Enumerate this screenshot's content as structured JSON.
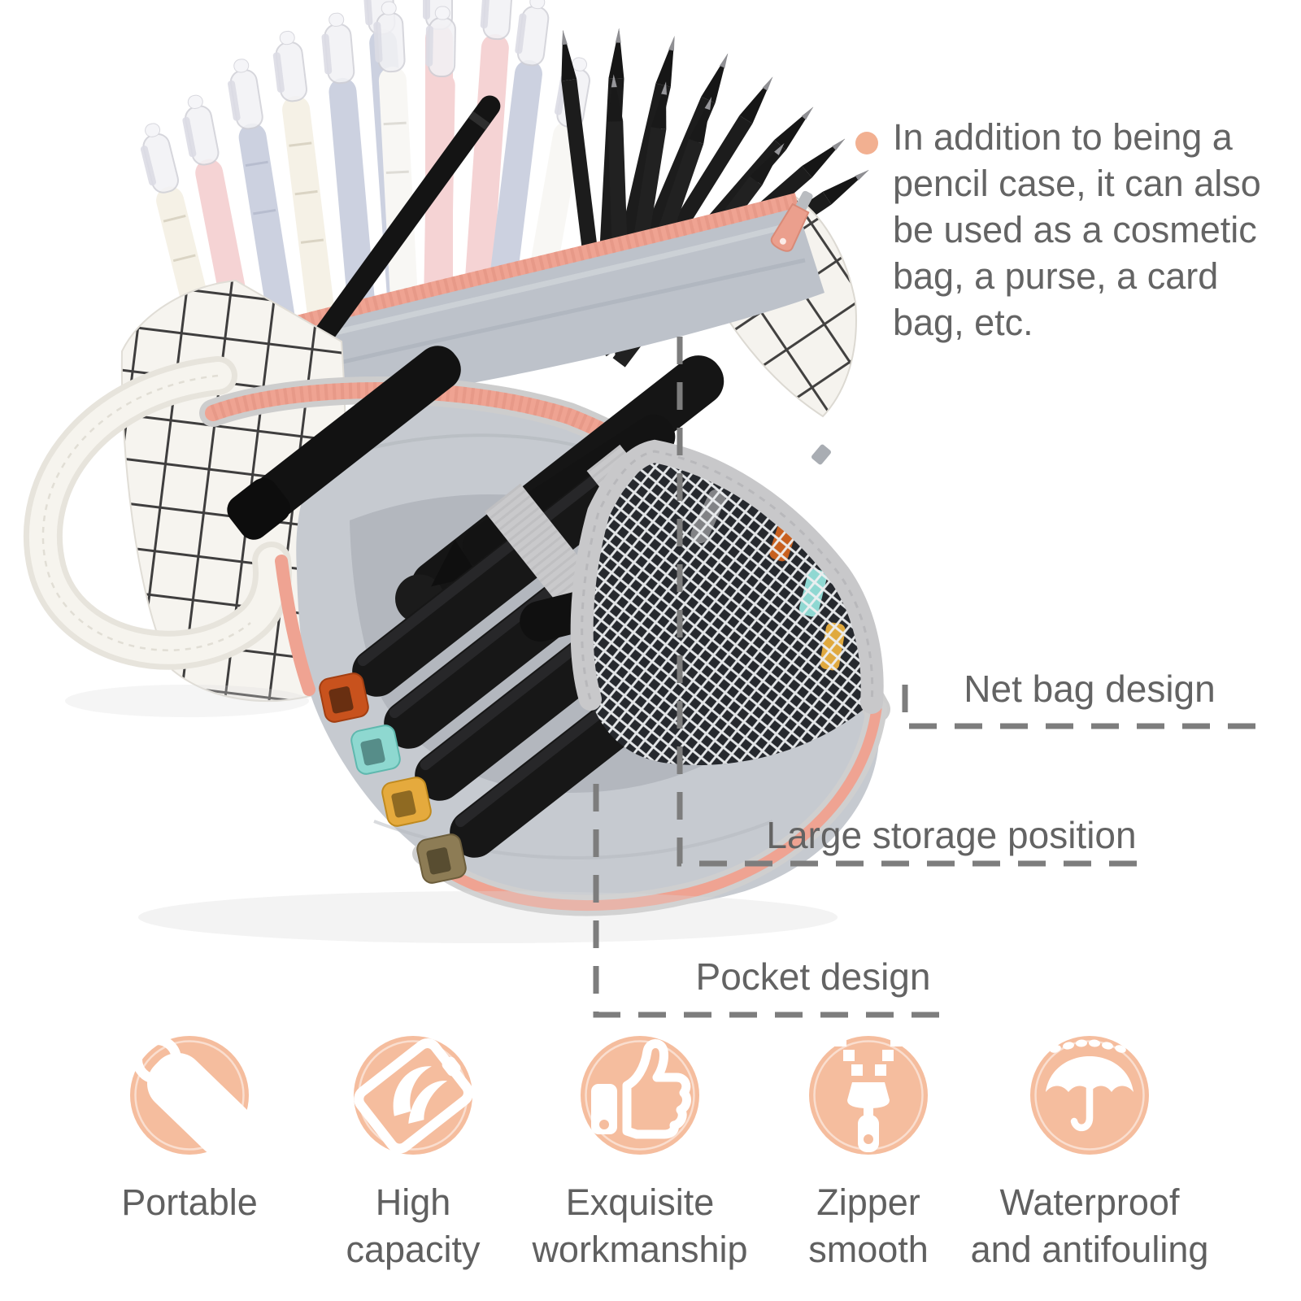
{
  "page": {
    "background": "#ffffff"
  },
  "description": {
    "bullet_icon": "dot-bullet",
    "text": "In addition to being a pencil case, it can also be used as a cosmetic bag, a purse, a card bag, etc.",
    "lines": [
      "In addition to being a",
      "pencil case, it can also",
      "be used as a cosmetic",
      "bag, a purse, a card",
      "bag, etc."
    ]
  },
  "callouts": {
    "net_bag": "Net bag design",
    "large_storage": "Large storage position",
    "pocket": "Pocket design"
  },
  "features": [
    {
      "icon": "handle-tag-icon",
      "lines": [
        "Portable"
      ]
    },
    {
      "icon": "expanding-case-icon",
      "lines": [
        "High",
        "capacity"
      ]
    },
    {
      "icon": "thumb-up-icon",
      "lines": [
        "Exquisite",
        "workmanship"
      ]
    },
    {
      "icon": "zipper-icon",
      "lines": [
        "Zipper",
        "smooth"
      ]
    },
    {
      "icon": "umbrella-rain-icon",
      "lines": [
        "Waterproof",
        "and antifouling"
      ]
    }
  ],
  "colors": {
    "accent_peach": "#f5bd9e",
    "bullet_peach": "#f2b091",
    "text_gray": "#616161",
    "callout_line_gray": "#7d7d7d",
    "bag_trim_pink": "#efa392",
    "bag_fabric_white": "#f6f4ef",
    "grid_line_black": "#1f1f1f",
    "lining_gray": "#bdc2ca",
    "marker_black": "#171717",
    "marker_cap_colors": [
      "#c8521d",
      "#8ed8d0",
      "#e5aa3d",
      "#8d7c55"
    ]
  }
}
